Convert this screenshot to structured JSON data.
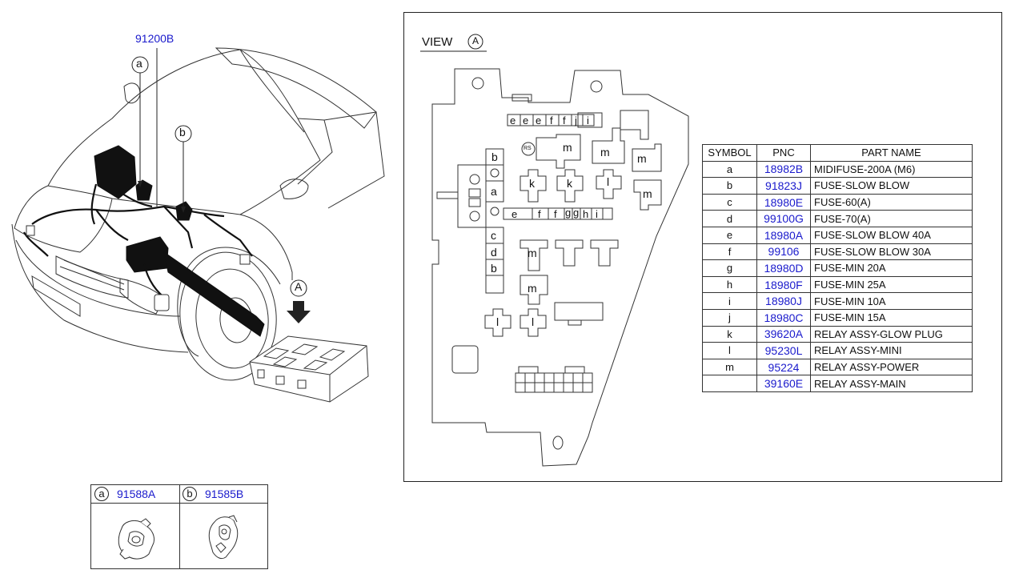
{
  "main_assembly": {
    "pnc": "91200B"
  },
  "callouts": {
    "a": "a",
    "b": "b",
    "view_marker": "A"
  },
  "view": {
    "title": "VIEW",
    "marker": "A",
    "fusebox_labels": {
      "e": "e",
      "f": "f",
      "g": "g",
      "h": "h",
      "i": "i",
      "j": "j",
      "k": "k",
      "l": "l",
      "m": "m",
      "a": "a",
      "b": "b",
      "c": "c",
      "d": "d",
      "rs": "RS"
    }
  },
  "parts_table": {
    "headers": {
      "symbol": "SYMBOL",
      "pnc": "PNC",
      "part_name": "PART NAME"
    },
    "rows": [
      {
        "symbol": "a",
        "pnc": "18982B",
        "name": "MIDIFUSE-200A (M6)"
      },
      {
        "symbol": "b",
        "pnc": "91823J",
        "name": "FUSE-SLOW BLOW"
      },
      {
        "symbol": "c",
        "pnc": "18980E",
        "name": "FUSE-60(A)"
      },
      {
        "symbol": "d",
        "pnc": "99100G",
        "name": "FUSE-70(A)"
      },
      {
        "symbol": "e",
        "pnc": "18980A",
        "name": "FUSE-SLOW BLOW 40A"
      },
      {
        "symbol": "f",
        "pnc": "99106",
        "name": "FUSE-SLOW BLOW 30A"
      },
      {
        "symbol": "g",
        "pnc": "18980D",
        "name": "FUSE-MIN 20A"
      },
      {
        "symbol": "h",
        "pnc": "18980F",
        "name": "FUSE-MIN 25A"
      },
      {
        "symbol": "i",
        "pnc": "18980J",
        "name": "FUSE-MIN 10A"
      },
      {
        "symbol": "j",
        "pnc": "18980C",
        "name": "FUSE-MIN 15A"
      },
      {
        "symbol": "k",
        "pnc": "39620A",
        "name": "RELAY ASSY-GLOW PLUG"
      },
      {
        "symbol": "l",
        "pnc": "95230L",
        "name": "RELAY ASSY-MINI"
      },
      {
        "symbol": "m",
        "pnc": "95224",
        "name": "RELAY ASSY-POWER"
      },
      {
        "symbol": "",
        "pnc": "39160E",
        "name": "RELAY ASSY-MAIN"
      }
    ]
  },
  "connectors": [
    {
      "symbol": "a",
      "pnc": "91588A"
    },
    {
      "symbol": "b",
      "pnc": "91585B"
    }
  ],
  "colors": {
    "pnc_text": "#1a1acc",
    "line": "#222222"
  }
}
